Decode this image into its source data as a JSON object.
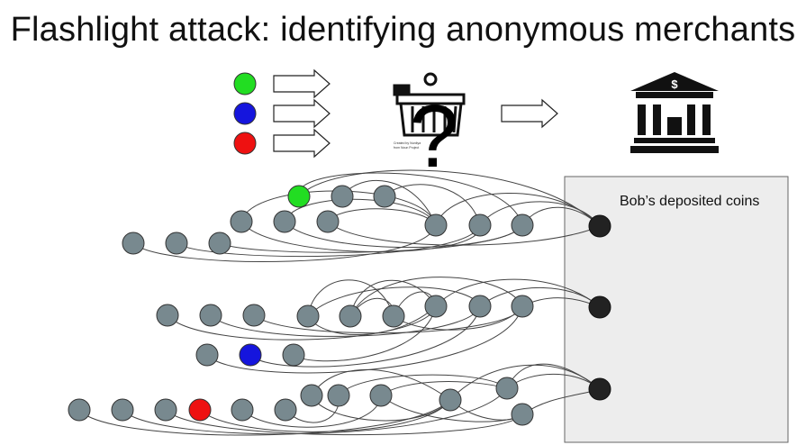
{
  "title": "Flashlight attack: identifying anonymous merchants",
  "box_label": "Bob’s deposited coins",
  "merchant_logo_text": [
    "Created by Nurdiya",
    "from Noun Project"
  ],
  "question_mark": "?",
  "bank_symbol": "$",
  "colors": {
    "coin": "#78898f",
    "coin_dark": "#222222",
    "green": "#22dd22",
    "blue": "#1515dd",
    "red": "#ee1111",
    "box_fill": "#ededed",
    "box_stroke": "#666666",
    "edge": "#444444"
  },
  "icons": [
    "green-coin-icon",
    "blue-coin-icon",
    "red-coin-icon",
    "arrow-icon",
    "shopping-basket-icon",
    "question-mark-icon",
    "bank-icon"
  ]
}
